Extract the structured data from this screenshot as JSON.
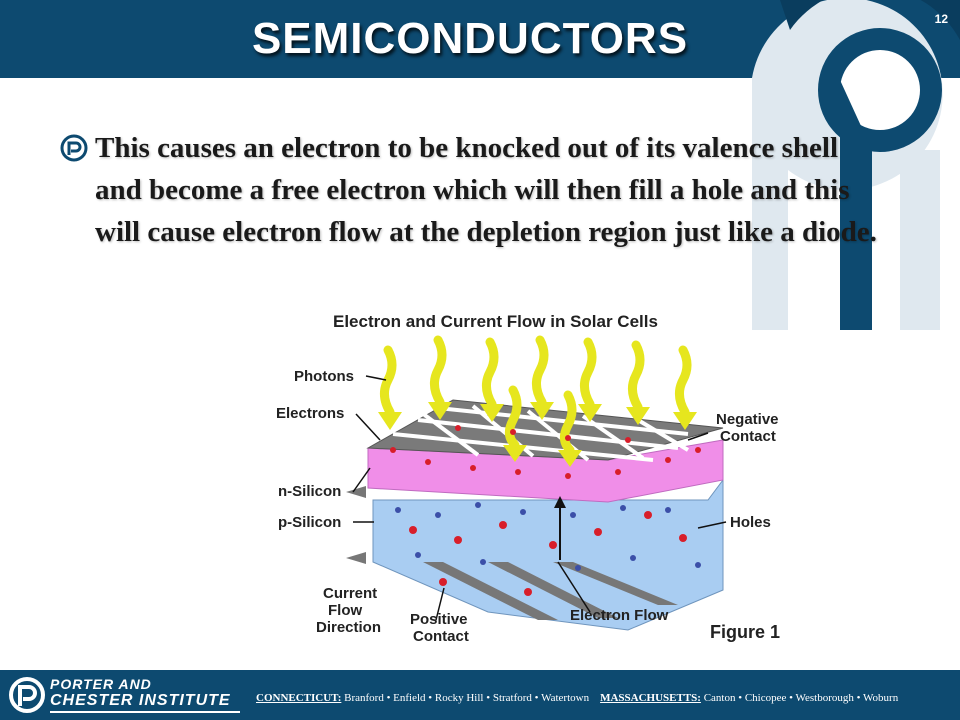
{
  "slide": {
    "title": "SEMICONDUCTORS",
    "page_number": "12",
    "body_text": "This causes an electron to be knocked out of its valence shell and become a free electron which will then fill a hole and this will cause electron flow at the depletion region just like a diode."
  },
  "figure": {
    "title": "Electron and Current Flow in Solar Cells",
    "labels": {
      "photons": "Photons",
      "electrons": "Electrons",
      "n_silicon": "n-Silicon",
      "p_silicon": "p-Silicon",
      "current_l1": "Current",
      "current_l2": "Flow",
      "current_l3": "Direction",
      "positive_l1": "Positive",
      "positive_l2": "Contact",
      "negative_l1": "Negative",
      "negative_l2": "Contact",
      "holes": "Holes",
      "electron_flow": "Electron Flow",
      "figure_number": "Figure 1"
    }
  },
  "footer": {
    "brand_line1": "PORTER AND",
    "brand_line2": "CHESTER INSTITUTE",
    "state1": "CONNECTICUT:",
    "cities1": "Branford • Enfield • Rocky Hill • Stratford • Watertown",
    "state2": "MASSACHUSETTS:",
    "cities2": "Canton • Chicopee • Westborough • Woburn"
  },
  "colors": {
    "header": "#0d4a70",
    "n_silicon": "#f08ee8",
    "p_silicon": "#a9cdf2",
    "photon": "#e6e61e",
    "electron": "#d81e2a"
  }
}
